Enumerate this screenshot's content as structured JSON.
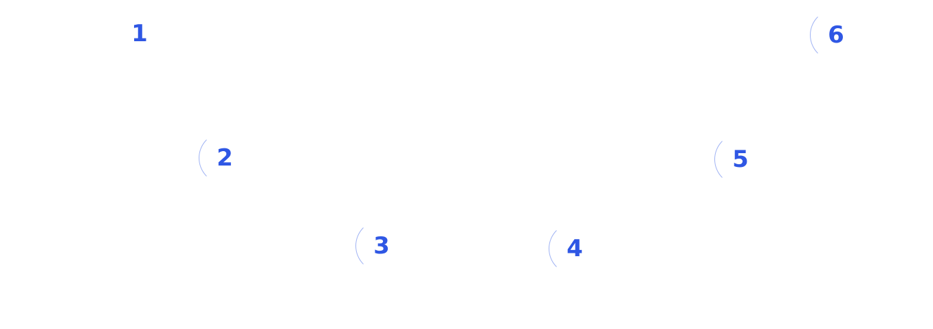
{
  "steps": [
    {
      "label": "1"
    },
    {
      "label": "2"
    },
    {
      "label": "3"
    },
    {
      "label": "4"
    },
    {
      "label": "5"
    },
    {
      "label": "6"
    }
  ],
  "colors": {
    "accent": "#2f57e4",
    "ring": "#9fb2f3",
    "background": "#ffffff"
  }
}
